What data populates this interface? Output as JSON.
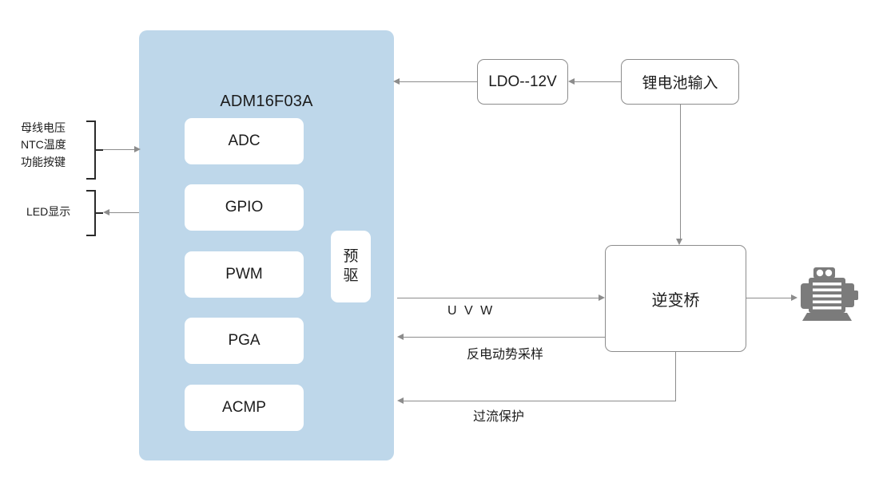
{
  "mcu": {
    "title": "ADM16F03A",
    "modules": [
      {
        "label": "ADC"
      },
      {
        "label": "GPIO"
      },
      {
        "label": "PWM"
      },
      {
        "label": "PGA"
      },
      {
        "label": "ACMP"
      }
    ],
    "predriver": {
      "line1": "预",
      "line2": "驱"
    }
  },
  "left_signals": {
    "inputs": "母线电压\nNTC温度\n功能按键",
    "inputs_lines": [
      "母线电压",
      "NTC温度",
      "功能按键"
    ],
    "outputs": "LED显示"
  },
  "power": {
    "ldo": "LDO--12V",
    "battery": "锂电池输入"
  },
  "inverter": {
    "label": "逆变桥"
  },
  "motor": {
    "icon": "motor-icon"
  },
  "connections": {
    "uvw": "U V W",
    "back_emf": "反电动势采样",
    "overcurrent": "过流保护"
  },
  "colors": {
    "mcu_fill": "#bed7ea",
    "module_fill": "#ffffff",
    "line": "#8c8c8c",
    "brace": "#2b2b2b",
    "motor": "#7b7b7b",
    "text": "#1c1c1c"
  }
}
